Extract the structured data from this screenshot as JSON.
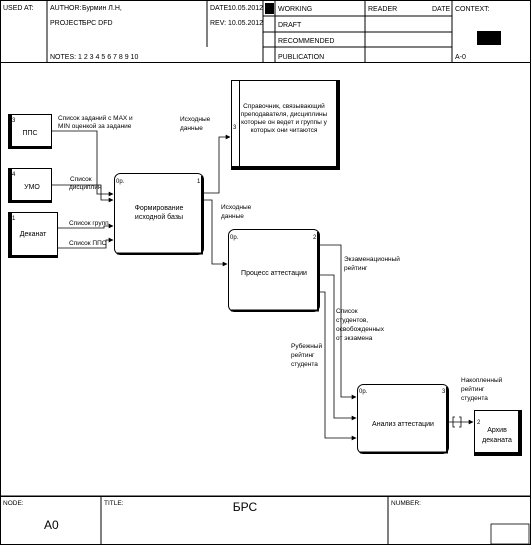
{
  "header": {
    "used_at": "USED AT:",
    "author_label": "AUTHOR:",
    "author": "Бурмин Л.Н,",
    "project_label": "PROJECT:",
    "project": "БРС DFD",
    "date_label": "DATE:",
    "date": "10.05.2012",
    "rev_label": "REV:",
    "rev": "10.05.2012",
    "notes": "NOTES: 1 2 3 4 5 6 7 8 9 10",
    "working": "WORKING",
    "draft": "DRAFT",
    "recommended": "RECOMMENDED",
    "publication": "PUBLICATION",
    "reader": "READER",
    "reader_date": "DATE",
    "context": "CONTEXT:",
    "context_node": "A-0"
  },
  "externals": [
    {
      "num": "3",
      "label": "ППС"
    },
    {
      "num": "4",
      "label": "УМО"
    },
    {
      "num": "1",
      "label": "Деканат"
    }
  ],
  "datastores": [
    {
      "num": "3",
      "lines": [
        "Справочник, связывающий",
        "преподавателя, дисциплины",
        "которые он ведет и группы у",
        "которых они читаются"
      ]
    },
    {
      "num": "2",
      "lines": [
        "Архив",
        "деканата"
      ]
    }
  ],
  "processes": [
    {
      "num": "1",
      "cost": "0р.",
      "lines": [
        "Формирование",
        "исходной базы"
      ]
    },
    {
      "num": "2",
      "cost": "0р.",
      "lines": [
        "Процесс аттестации"
      ]
    },
    {
      "num": "3",
      "cost": "0р.",
      "lines": [
        "Анализ аттестации"
      ]
    }
  ],
  "flows": [
    {
      "id": "zadania",
      "lines": [
        "Список заданий с MAX и",
        "MIN оценкой за задание"
      ]
    },
    {
      "id": "discipliny",
      "lines": [
        "Список",
        "дисциплин"
      ]
    },
    {
      "id": "grupp",
      "lines": [
        "Список групп"
      ]
    },
    {
      "id": "pps",
      "lines": [
        "Список ППС"
      ]
    },
    {
      "id": "ishodnye1",
      "lines": [
        "Исходные",
        "данные"
      ]
    },
    {
      "id": "ishodnye2",
      "lines": [
        "Исходные",
        "данные"
      ]
    },
    {
      "id": "ekzamen",
      "lines": [
        "Экзаменационный",
        "рейтинг"
      ]
    },
    {
      "id": "osvob",
      "lines": [
        "Список",
        "студентов,",
        "освобожденных",
        "от экзамена"
      ]
    },
    {
      "id": "rubezh",
      "lines": [
        "Рубежный",
        "рейтинг",
        "студента"
      ]
    },
    {
      "id": "nakoplen",
      "lines": [
        "Накопленный",
        "рейтинг",
        "студента"
      ]
    }
  ],
  "footer": {
    "node_label": "NODE:",
    "node": "A0",
    "title_label": "TITLE:",
    "title": "БРС",
    "number_label": "NUMBER:"
  }
}
